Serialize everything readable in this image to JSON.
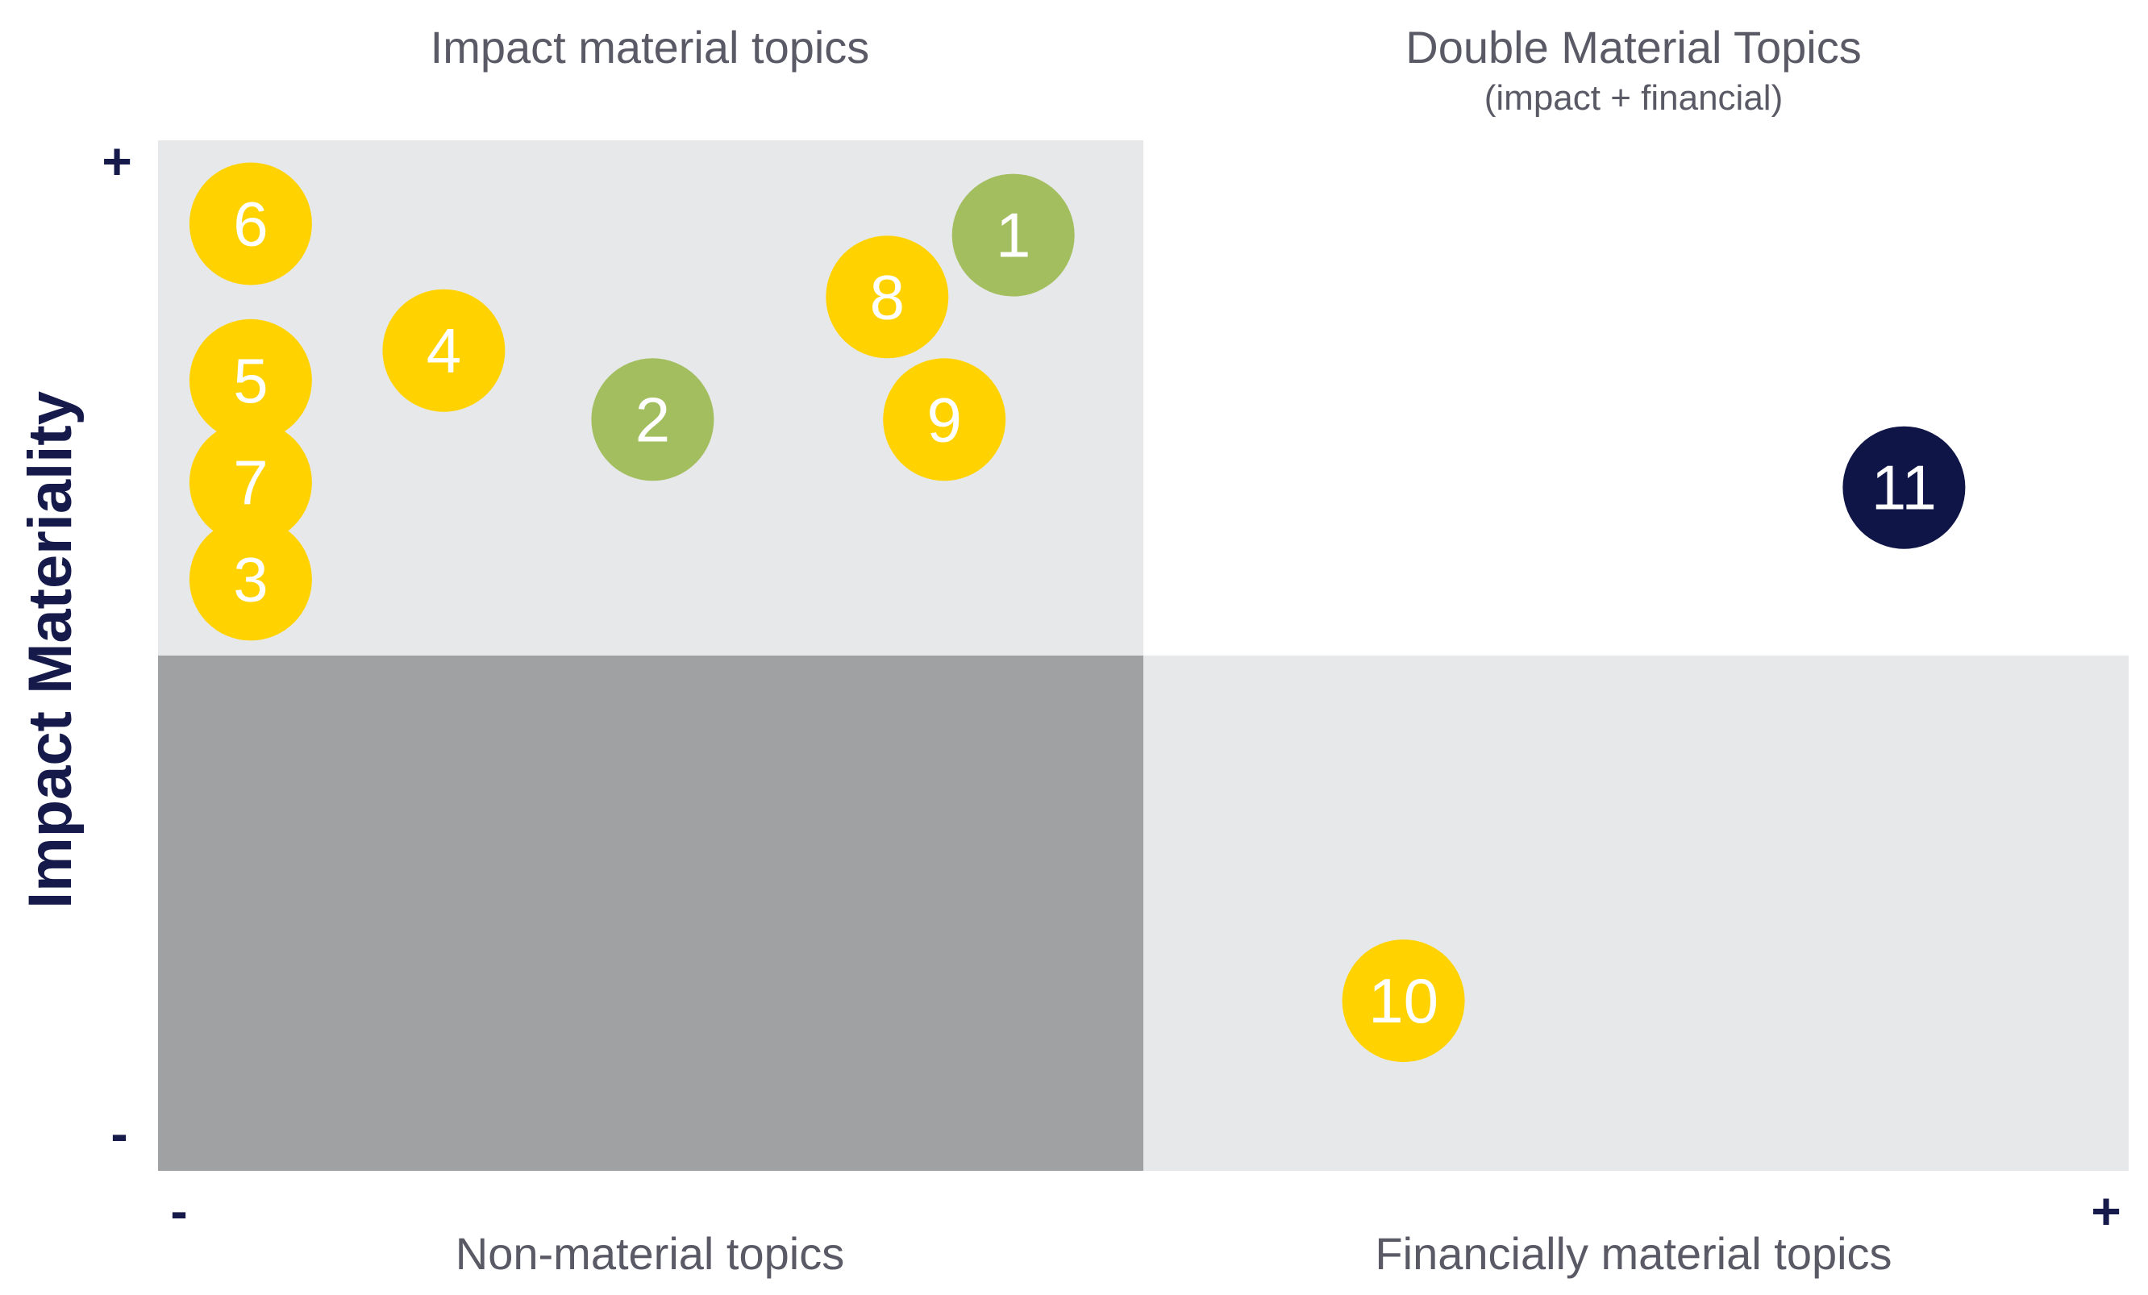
{
  "chart_data": {
    "type": "scatter",
    "title": "",
    "ylabel": "Impact Materiality",
    "xlabel": "",
    "quadrant_labels": {
      "top_left": "Impact material topics",
      "top_right": "Double Material Topics",
      "top_right_sub": "(impact + financial)",
      "bottom_left": "Non-material topics",
      "bottom_right": "Financially material topics"
    },
    "axis_signs": {
      "y_high": "+",
      "y_low": "-",
      "x_low": "-",
      "x_high": "+"
    },
    "quadrant_colors": {
      "top_left": "#e7e8e9",
      "top_right": "#ffffff",
      "bottom_left": "#a0a1a3",
      "bottom_right": "#e7e8e9"
    },
    "xlim": [
      0,
      100
    ],
    "ylim": [
      0,
      100
    ],
    "grid": false,
    "points": [
      {
        "label": "1",
        "x": 43.4,
        "y": 90.8,
        "color": "#a3be5e"
      },
      {
        "label": "2",
        "x": 25.1,
        "y": 72.9,
        "color": "#a3be5e"
      },
      {
        "label": "3",
        "x": 4.7,
        "y": 57.4,
        "color": "#ffd200"
      },
      {
        "label": "4",
        "x": 14.5,
        "y": 79.6,
        "color": "#ffd200"
      },
      {
        "label": "5",
        "x": 4.7,
        "y": 76.7,
        "color": "#ffd200"
      },
      {
        "label": "6",
        "x": 4.7,
        "y": 91.9,
        "color": "#ffd200"
      },
      {
        "label": "7",
        "x": 4.7,
        "y": 66.8,
        "color": "#ffd200"
      },
      {
        "label": "8",
        "x": 37.0,
        "y": 84.8,
        "color": "#ffd200"
      },
      {
        "label": "9",
        "x": 39.9,
        "y": 72.9,
        "color": "#ffd200"
      },
      {
        "label": "10",
        "x": 63.2,
        "y": 16.5,
        "color": "#ffd200"
      },
      {
        "label": "11",
        "x": 88.6,
        "y": 66.3,
        "color": "#101548"
      }
    ]
  }
}
